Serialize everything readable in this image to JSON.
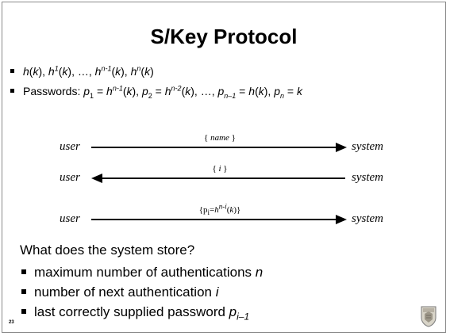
{
  "slide": {
    "title": "S/Key Protocol",
    "bullet1": {
      "h1": "h",
      "k1": "k",
      "h2": "h",
      "s2": "1",
      "k2": "k",
      "ellipsis": "…",
      "h3": "h",
      "s3": "n-1",
      "k3": "k",
      "h4": "h",
      "s4": "n",
      "k4": "k"
    },
    "bullet2": {
      "prefix": "Passwords:",
      "p1": "p",
      "p1s": "1",
      "h1": "h",
      "h1s": "n-1",
      "k1": "k",
      "p2": "p",
      "p2s": "2",
      "h2": "h",
      "h2s": "n-2",
      "k2": "k",
      "ellipsis": "…",
      "p3": "p",
      "p3s": "n–1",
      "h3": "h",
      "k3": "k",
      "p4": "p",
      "p4s": "n",
      "k4": "k"
    },
    "diagram": {
      "user_label": "user",
      "system_label": "system",
      "msg1": "name",
      "msg2": "i",
      "msg3": {
        "p": "p",
        "psub": "i",
        "h": "h",
        "hsup": "n-i",
        "k": "k"
      }
    },
    "question": "What does the system store?",
    "items": [
      {
        "text": "maximum number of authentications ",
        "var": "n"
      },
      {
        "text": "number of next authentication ",
        "var": "i"
      },
      {
        "text": "last correctly supplied password ",
        "var": "p",
        "sub": "i–1"
      }
    ],
    "slide_number": "23"
  }
}
